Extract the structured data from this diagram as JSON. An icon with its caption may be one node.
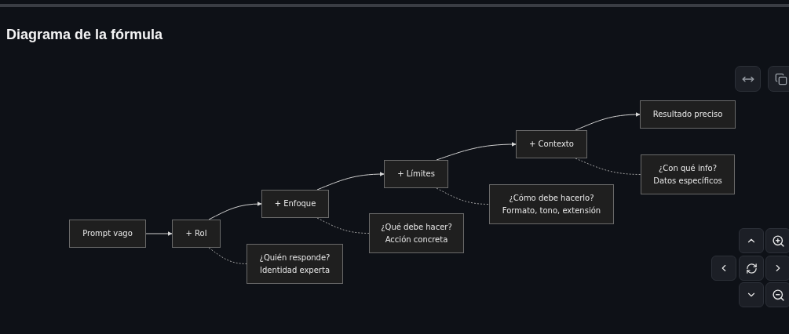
{
  "diagram": {
    "title": "Diagrama de la fórmula",
    "nodes": [
      {
        "text": [
          "Prompt vago"
        ]
      },
      {
        "text": [
          "+ Rol"
        ]
      },
      {
        "text": [
          "¿Quién responde?",
          "Identidad experta"
        ]
      },
      {
        "text": [
          "+ Enfoque"
        ]
      },
      {
        "text": [
          "¿Qué debe hacer?",
          "Acción concreta"
        ]
      },
      {
        "text": [
          "+ Límites"
        ]
      },
      {
        "text": [
          "¿Cómo debe hacerlo?",
          "Formato, tono, extensión"
        ]
      },
      {
        "text": [
          "+ Contexto"
        ]
      },
      {
        "text": [
          "Resultado preciso"
        ]
      },
      {
        "text": [
          "¿Con qué info?",
          "Datos específicos"
        ]
      }
    ],
    "edges": [
      {
        "from": 0,
        "to": 1,
        "arrow": "to"
      },
      {
        "from": 1,
        "to": 3,
        "arrow": "to"
      },
      {
        "from": 1,
        "to": 2,
        "arrow": "none",
        "style": "dashed"
      },
      {
        "from": 3,
        "to": 5,
        "arrow": "to"
      },
      {
        "from": 3,
        "to": 4,
        "arrow": "none",
        "style": "dashed"
      },
      {
        "from": 5,
        "to": 7,
        "arrow": "to"
      },
      {
        "from": 5,
        "to": 6,
        "arrow": "none",
        "style": "dashed"
      },
      {
        "from": 7,
        "to": 8,
        "arrow": "to"
      },
      {
        "from": 7,
        "to": 9,
        "arrow": "none",
        "style": "dashed"
      }
    ]
  }
}
